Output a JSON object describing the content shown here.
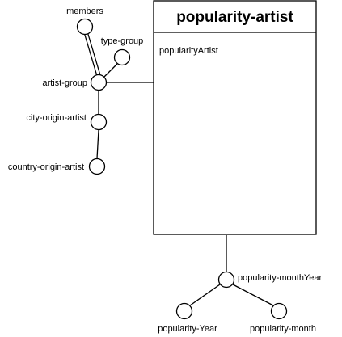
{
  "entity": {
    "title": "popularity-artist",
    "attribute": "popularityArtist"
  },
  "nodes": {
    "members": "members",
    "type_group": "type-group",
    "artist_group": "artist-group",
    "city_origin_artist": "city-origin-artist",
    "country_origin_artist": "country-origin-artist",
    "popularity_month_year": "popularity-monthYear",
    "popularity_year": "popularity-Year",
    "popularity_month": "popularity-month"
  },
  "colors": {
    "stroke": "#000000",
    "fill": "#ffffff"
  }
}
